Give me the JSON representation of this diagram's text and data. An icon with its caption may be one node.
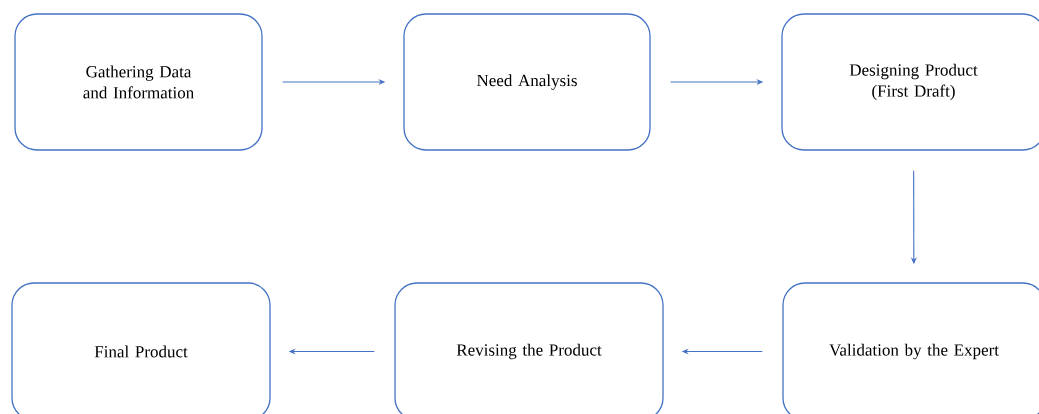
{
  "diagram": {
    "nodes": [
      {
        "text": [
          "Gathering Data and Information"
        ]
      },
      {
        "text": [
          "Need Analysis"
        ]
      },
      {
        "text": [
          "Designing Product (First Draft)"
        ]
      },
      {
        "text": [
          "Validation by the Expert"
        ]
      },
      {
        "text": [
          "Revising the Product"
        ]
      },
      {
        "text": [
          "Final Product"
        ]
      }
    ],
    "edges": [
      {
        "from": 0,
        "to": 1,
        "arrow": "to"
      },
      {
        "from": 1,
        "to": 2,
        "arrow": "to"
      },
      {
        "from": 2,
        "to": 3,
        "arrow": "to"
      },
      {
        "from": 3,
        "to": 4,
        "arrow": "to"
      },
      {
        "from": 4,
        "to": 5,
        "arrow": "to"
      }
    ]
  }
}
